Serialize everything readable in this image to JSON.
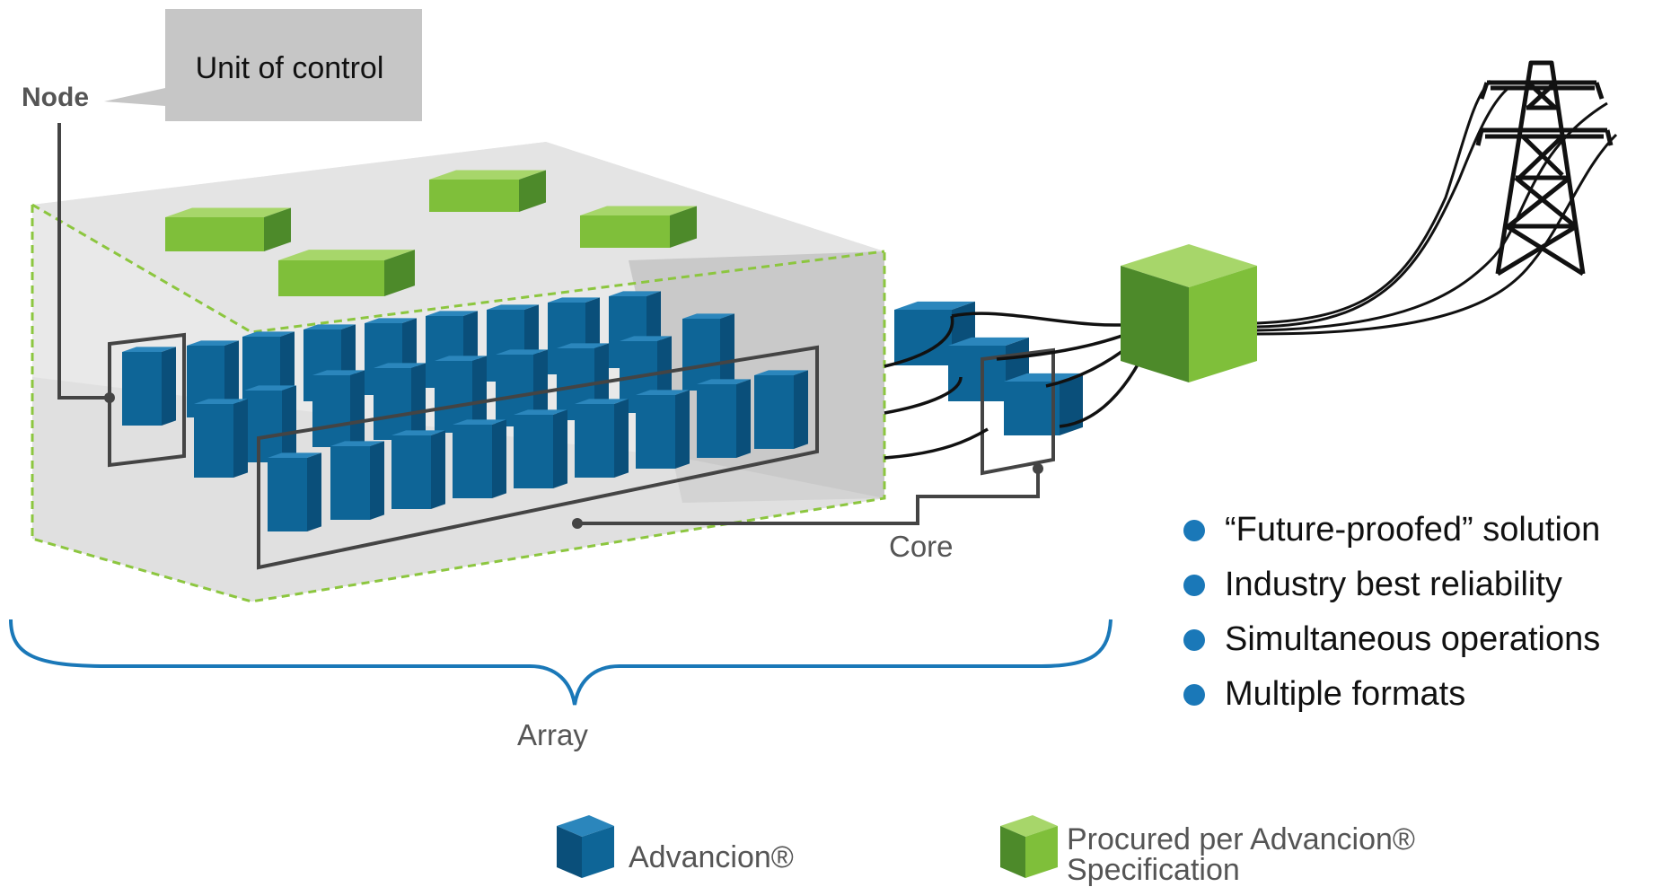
{
  "callout": {
    "text": "Unit of control"
  },
  "labels": {
    "node": "Node",
    "core": "Core",
    "array": "Array"
  },
  "bullets": [
    "“Future-proofed” solution",
    "Industry best reliability",
    "Simultaneous operations",
    "Multiple formats"
  ],
  "legend": {
    "advancion": "Advancion®",
    "procured": "Procured per Advancion® Specification"
  },
  "colors": {
    "blue": "#0e6597",
    "green": "#83c43a",
    "bullet": "#1a78b8",
    "brace": "#1a78b8"
  }
}
